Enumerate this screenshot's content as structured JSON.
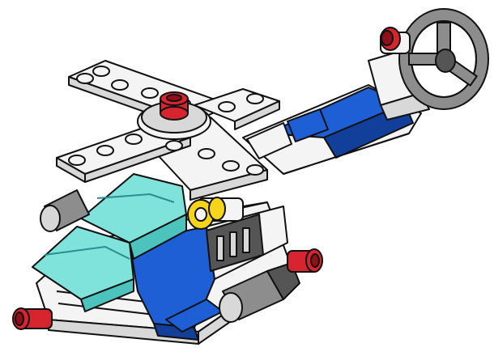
{
  "image": {
    "subject": "lego-spacecraft-model",
    "style": "instruction-booklet-line-art",
    "background": "#ffffff"
  },
  "colors": {
    "white_brick": "#f4f4f4",
    "white_shade": "#d8d8d8",
    "blue": "#1f5fd6",
    "blue_dark": "#123f9a",
    "trans_cyan": "#7fe3dc",
    "trans_cyan_dark": "#4cc3bd",
    "red": "#d6252f",
    "red_dark": "#8f1118",
    "gray": "#8d8d8d",
    "gray_dark": "#555555",
    "yellow": "#f5d419",
    "outline": "#111111"
  },
  "parts": [
    "rotor-plate-cross",
    "red-rotor-hub",
    "dish-wheel",
    "red-wheel-hub",
    "cockpit-canopy",
    "blue-side-panel",
    "blue-tail-boom",
    "black-grille",
    "yellow-joint",
    "engine-left",
    "engine-right",
    "red-thruster-front",
    "red-thruster-right"
  ]
}
